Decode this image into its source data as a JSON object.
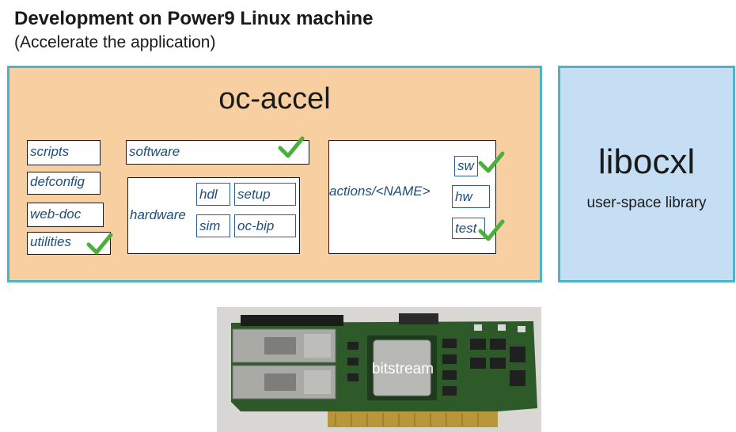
{
  "header": {
    "title": "Development on Power9 Linux machine",
    "subtitle": "(Accelerate the application)"
  },
  "oc_accel": {
    "title": "oc-accel",
    "left_items": [
      "scripts",
      "defconfig",
      "web-doc",
      "utilities"
    ],
    "software": "software",
    "hardware": {
      "label": "hardware",
      "items": [
        "hdl",
        "setup",
        "sim",
        "oc-bip"
      ]
    },
    "actions": {
      "label": "actions/<NAME>",
      "items": [
        "sw",
        "hw",
        "test"
      ]
    }
  },
  "libocxl": {
    "title": "libocxl",
    "subtitle": "user-space library"
  },
  "board": {
    "label": "bitstream"
  },
  "colors": {
    "accent_border": "#4db3c8",
    "oc_accel_bg": "#f7cfa1",
    "libocxl_bg": "#c6def3",
    "label_blue": "#1f4e79",
    "check_green": "#4caf3a"
  },
  "icons": [
    "check-icon"
  ]
}
